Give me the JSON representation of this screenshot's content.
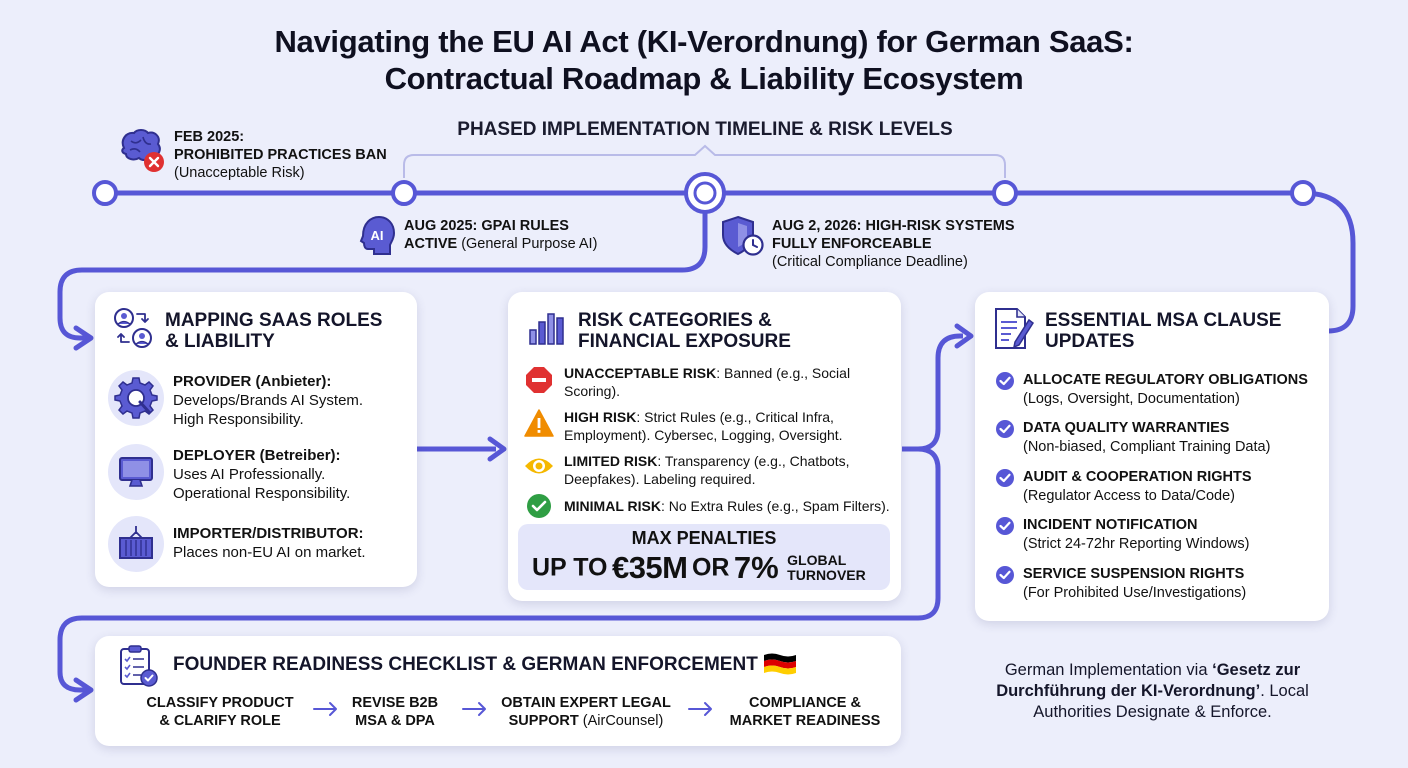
{
  "title": {
    "line1": "Navigating the EU AI Act (KI-Verordnung) for German SaaS:",
    "line2": "Contractual Roadmap & Liability Ecosystem"
  },
  "timeline": {
    "heading": "PHASED IMPLEMENTATION TIMELINE & RISK LEVELS",
    "milestones": [
      {
        "line1": "FEB 2025:",
        "line2": "PROHIBITED PRACTICES BAN",
        "line3": "(Unacceptable Risk)",
        "icon": "brain-prohibited-icon"
      },
      {
        "bold": "AUG 2025: GPAI RULES",
        "bold2": "ACTIVE",
        "rest2": " (General Purpose AI)",
        "icon": "ai-head-icon",
        "icon_text": "AI"
      },
      {
        "line1": "AUG 2, 2026: HIGH-RISK SYSTEMS",
        "line2": "FULLY ENFORCEABLE",
        "line3": "(Critical Compliance Deadline)",
        "icon": "shield-clock-icon"
      }
    ]
  },
  "roles": {
    "title_line1": "MAPPING SAAS ROLES",
    "title_line2": "& LIABILITY",
    "items": [
      {
        "name": "PROVIDER (Anbieter):",
        "desc1": "Develops/Brands AI System.",
        "desc2": "High Responsibility.",
        "icon": "gear-icon"
      },
      {
        "name": "DEPLOYER (Betreiber):",
        "desc1": "Uses AI Professionally.",
        "desc2": "Operational Responsibility.",
        "icon": "monitor-icon"
      },
      {
        "name": "IMPORTER/DISTRIBUTOR:",
        "desc1": "Places non-EU AI on market.",
        "desc2": "",
        "icon": "shipping-container-icon"
      }
    ]
  },
  "risk": {
    "title_line1": "RISK CATEGORIES &",
    "title_line2": "FINANCIAL EXPOSURE",
    "items": [
      {
        "label": "UNACCEPTABLE RISK",
        "text1": ": Banned (e.g., Social",
        "text2": "Scoring).",
        "icon": "stop-sign-icon"
      },
      {
        "label": "HIGH RISK",
        "text1": ": Strict Rules (e.g., Critical Infra,",
        "text2": "Employment). Cybersec, Logging, Oversight.",
        "icon": "warning-icon"
      },
      {
        "label": "LIMITED RISK",
        "text1": ": Transparency (e.g., Chatbots,",
        "text2": "Deepfakes). Labeling required.",
        "icon": "eye-icon"
      },
      {
        "label": "MINIMAL RISK",
        "text1": ": No Extra Rules (e.g., Spam Filters).",
        "text2": "",
        "icon": "check-circle-icon"
      }
    ],
    "penalty_label": "MAX PENALTIES",
    "penalty_up_to": "UP TO",
    "penalty_amount": "€35M",
    "penalty_or": "OR",
    "penalty_pct": "7%",
    "penalty_global": "GLOBAL",
    "penalty_turnover": "TURNOVER"
  },
  "clauses": {
    "title_line1": "ESSENTIAL MSA CLAUSE",
    "title_line2": "UPDATES",
    "items": [
      {
        "head": "ALLOCATE REGULATORY OBLIGATIONS",
        "sub": "(Logs, Oversight, Documentation)"
      },
      {
        "head": "DATA QUALITY WARRANTIES",
        "sub": "(Non-biased, Compliant Training Data)"
      },
      {
        "head": "AUDIT & COOPERATION RIGHTS",
        "sub": "(Regulator Access to Data/Code)"
      },
      {
        "head": "INCIDENT NOTIFICATION",
        "sub": "(Strict 24-72hr Reporting Windows)"
      },
      {
        "head": "SERVICE SUSPENSION RIGHTS",
        "sub": "(For Prohibited Use/Investigations)"
      }
    ]
  },
  "checklist": {
    "title": "FOUNDER READINESS CHECKLIST & GERMAN ENFORCEMENT",
    "steps": [
      {
        "line1": "CLASSIFY PRODUCT",
        "line2": "& CLARIFY ROLE"
      },
      {
        "line1": "REVISE B2B",
        "line2": "MSA & DPA"
      },
      {
        "line1": "OBTAIN EXPERT LEGAL",
        "line2": "SUPPORT",
        "line2_rest": " (AirCounsel)"
      },
      {
        "line1": "COMPLIANCE &",
        "line2": "MARKET READINESS"
      }
    ]
  },
  "german_note": {
    "pre": "German Implementation via ",
    "bold1": "‘Gesetz zur",
    "bold2": "Durchführung der KI-Verordnung’",
    "post2": ". Local",
    "line3": "Authorities Designate & Enforce."
  },
  "colors": {
    "accent": "#5757d6",
    "background": "#eceefb",
    "card": "#ffffff",
    "danger": "#e03131",
    "warning": "#f08c00",
    "caution": "#f5b800",
    "ok": "#2f9e44",
    "flag_black": "#000000",
    "flag_red": "#dd0000",
    "flag_gold": "#ffce00"
  }
}
